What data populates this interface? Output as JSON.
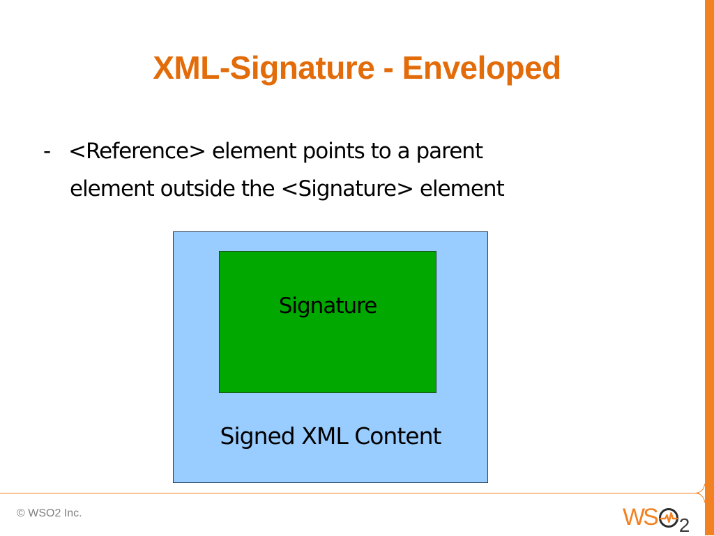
{
  "slide": {
    "title": "XML-Signature - Enveloped",
    "bullet": {
      "marker": "-",
      "line1": "<Reference> element points to a parent",
      "line2": "element outside the <Signature> element"
    },
    "diagram": {
      "outer_box": {
        "label": "Signed XML Content",
        "fill": "#99ccff",
        "border": "#243f60"
      },
      "inner_box": {
        "label": "Signature",
        "fill": "#00a800",
        "border": "#1e4620"
      }
    }
  },
  "footer": {
    "copyright": "© WSO2 Inc.",
    "logo": {
      "text_ws": "WS",
      "text_2": "2",
      "icon": "heartbeat-o-icon"
    }
  },
  "colors": {
    "accent": "#f28121",
    "title": "#e36c0a",
    "footer_text": "#808080"
  }
}
